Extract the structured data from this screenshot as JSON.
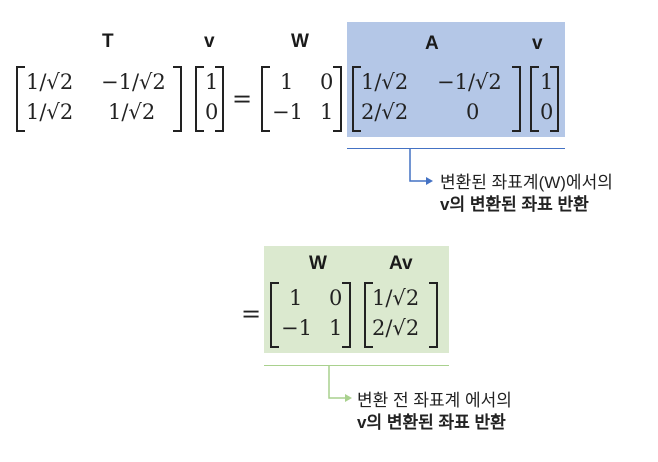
{
  "labels": {
    "T": "T",
    "v1": "v",
    "W1": "W",
    "A": "A",
    "v2": "v",
    "W2": "W",
    "Av": "Av"
  },
  "matrix_T": {
    "r1c1": "1/√2",
    "r1c2": "−1/√2",
    "r2c1": "1/√2",
    "r2c2": "1/√2"
  },
  "vector_v": {
    "r1": "1",
    "r2": "0"
  },
  "equals": "=",
  "matrix_W": {
    "r1c1": "1",
    "r1c2": "0",
    "r2c1": "−1",
    "r2c2": "1"
  },
  "matrix_A": {
    "r1c1": "1/√2",
    "r1c2": "−1/√2",
    "r2c1": "2/√2",
    "r2c2": "0"
  },
  "vector_Av": {
    "r1": "1/√2",
    "r2": "2/√2"
  },
  "annotation_1": {
    "line1": "변환된 좌표계(W)에서의",
    "line2": "v의 변환된 좌표 반환"
  },
  "annotation_2": {
    "line1": "변환 전 좌표계 에서의",
    "line2": "v의 변환된 좌표 반환"
  },
  "colors": {
    "blue_box": "#b4c7e7",
    "green_box": "#dbe9cf",
    "blue_arrow": "#4472c4",
    "green_arrow": "#a9d18e"
  }
}
